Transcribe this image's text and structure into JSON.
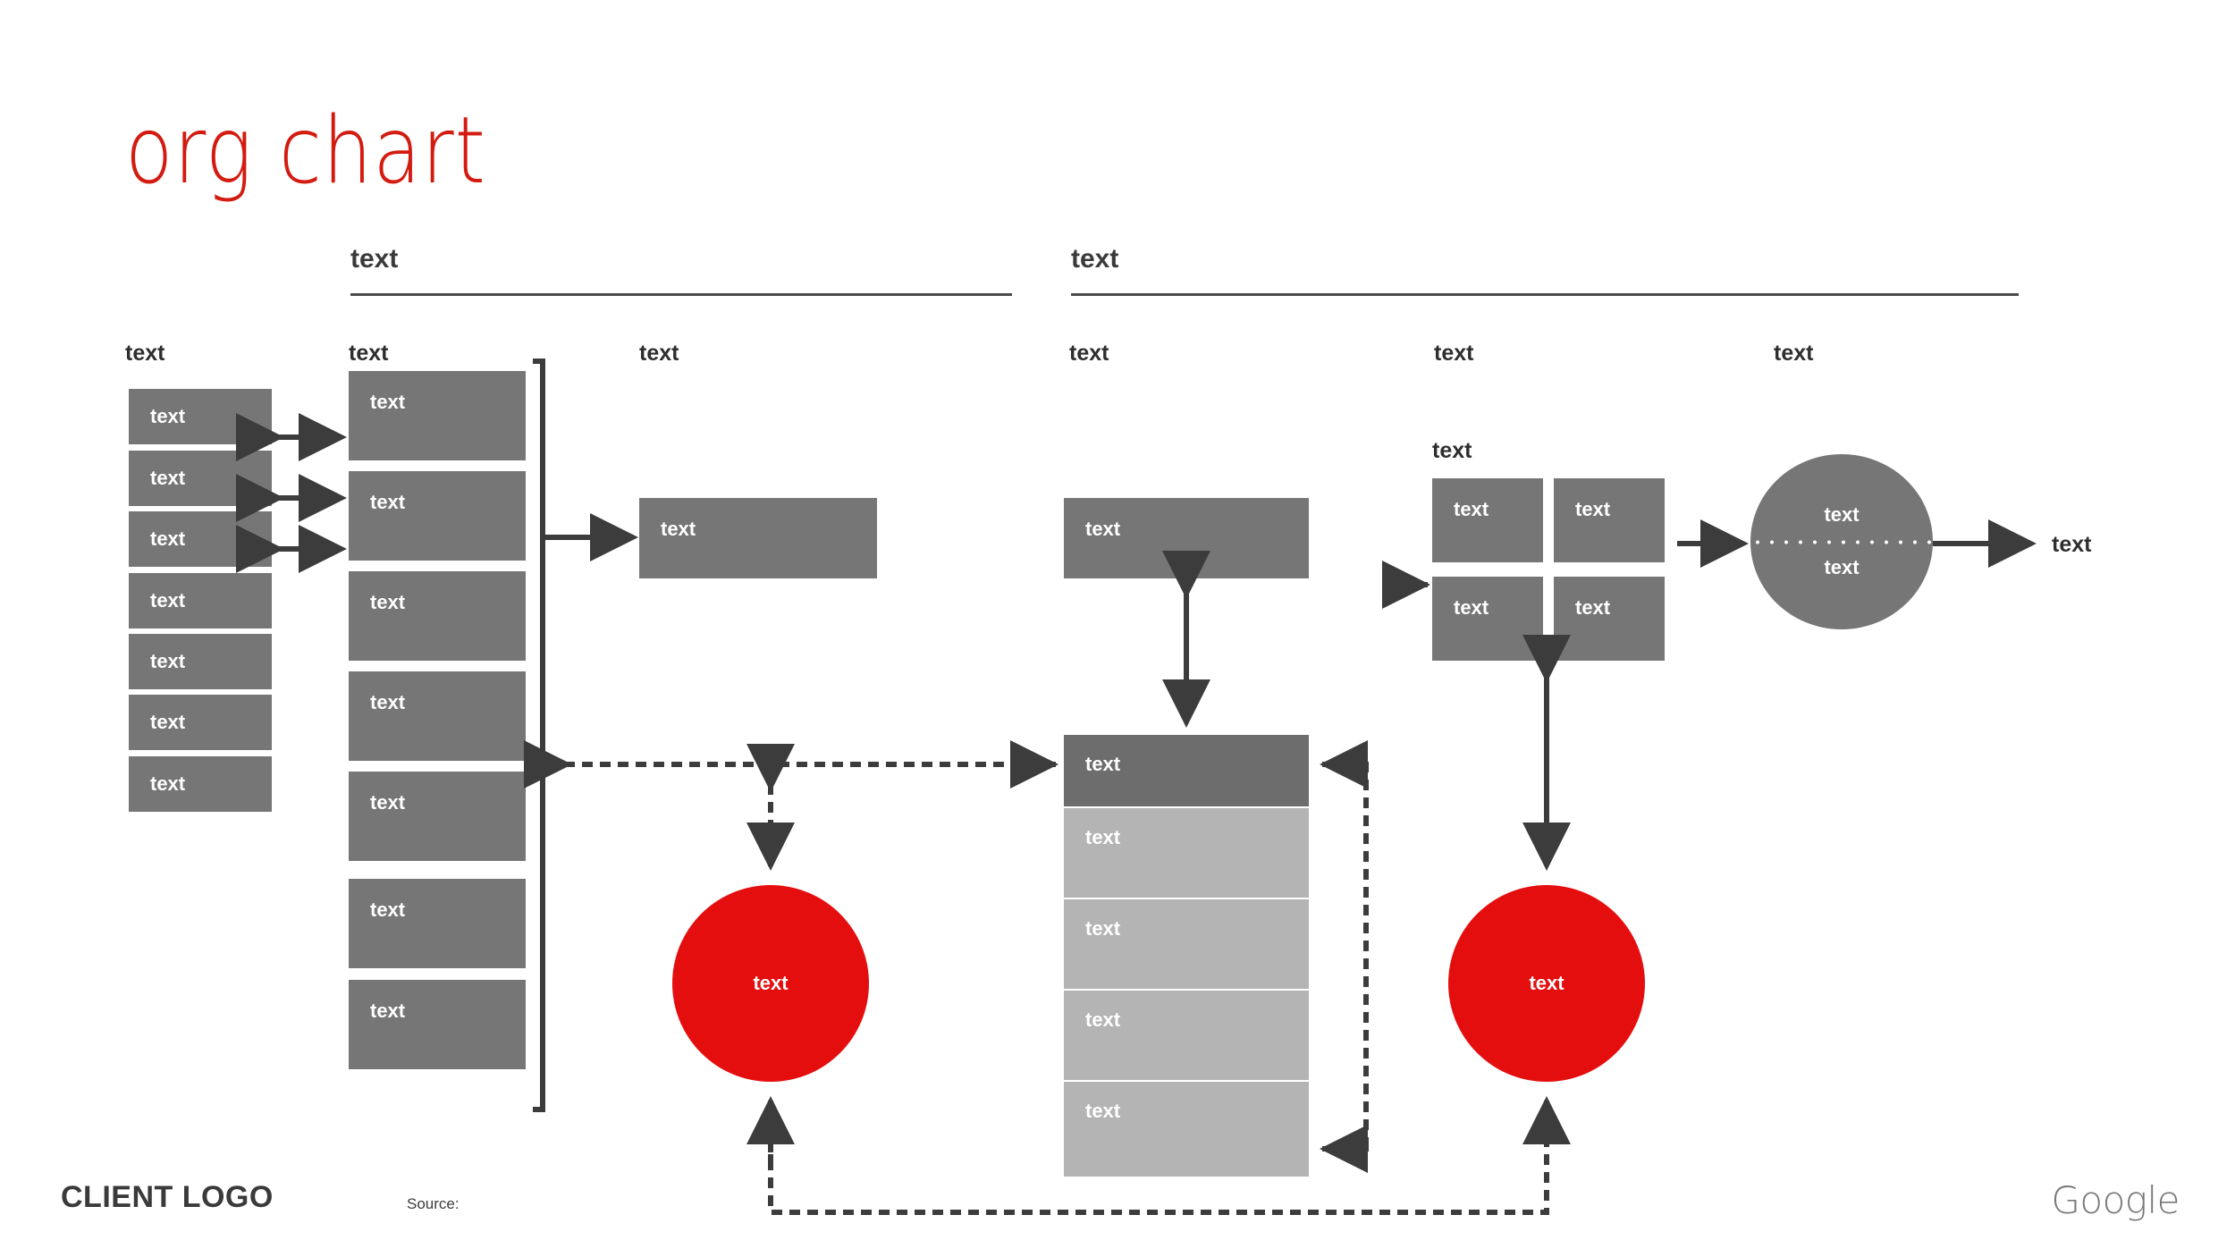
{
  "slide": {
    "title": "org chart",
    "background": "#ffffff",
    "accent_red": "#d31b10",
    "shape_gray": "#767676",
    "shape_light_gray": "#b4b4b4",
    "shape_dark_gray": "#6d6d6d",
    "circle_red": "#e50e0e"
  },
  "group_headers": [
    {
      "label": "text"
    },
    {
      "label": "text"
    }
  ],
  "column_captions": [
    {
      "label": "text"
    },
    {
      "label": "text"
    },
    {
      "label": "text"
    },
    {
      "label": "text"
    },
    {
      "label": "text"
    },
    {
      "label": "text"
    }
  ],
  "col1_boxes": [
    {
      "label": "text"
    },
    {
      "label": "text"
    },
    {
      "label": "text"
    },
    {
      "label": "text"
    },
    {
      "label": "text"
    },
    {
      "label": "text"
    },
    {
      "label": "text"
    }
  ],
  "col2_boxes": [
    {
      "label": "text"
    },
    {
      "label": "text"
    },
    {
      "label": "text"
    },
    {
      "label": "text"
    },
    {
      "label": "text"
    },
    {
      "label": "text"
    },
    {
      "label": "text"
    }
  ],
  "col3_box": {
    "label": "text"
  },
  "col4_box": {
    "label": "text"
  },
  "stack": {
    "segments": [
      {
        "label": "text",
        "tone": "dark"
      },
      {
        "label": "text",
        "tone": "light"
      },
      {
        "label": "text",
        "tone": "light"
      },
      {
        "label": "text",
        "tone": "light"
      },
      {
        "label": "text",
        "tone": "light"
      }
    ]
  },
  "grid_2x2": {
    "caption": "text",
    "cells": [
      {
        "label": "text"
      },
      {
        "label": "text"
      },
      {
        "label": "text"
      },
      {
        "label": "text"
      }
    ]
  },
  "gray_circle": {
    "top_label": "text",
    "bottom_label": "text"
  },
  "output_label": {
    "label": "text"
  },
  "red_circle_left": {
    "label": "text"
  },
  "red_circle_right": {
    "label": "text"
  },
  "footer": {
    "client_logo": "CLIENT LOGO",
    "source": "Source:",
    "brand": "Google"
  }
}
